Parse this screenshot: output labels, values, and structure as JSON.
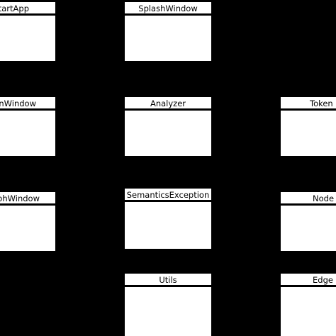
{
  "diagram": {
    "classes": {
      "start_app": {
        "name": "StartApp"
      },
      "splash_window": {
        "name": "SplashWindow"
      },
      "main_window": {
        "name": "MainWindow"
      },
      "analyzer": {
        "name": "Analyzer"
      },
      "token": {
        "name": "Token"
      },
      "graph_window": {
        "name": "GraphWindow"
      },
      "semantics_exception": {
        "name": "SemanticsException"
      },
      "node": {
        "name": "Node"
      },
      "utils": {
        "name": "Utils"
      },
      "edge": {
        "name": "Edge"
      }
    }
  },
  "colors": {
    "background": "#000000",
    "class_fill": "#ffffff",
    "class_border": "#000000",
    "text": "#000000"
  }
}
